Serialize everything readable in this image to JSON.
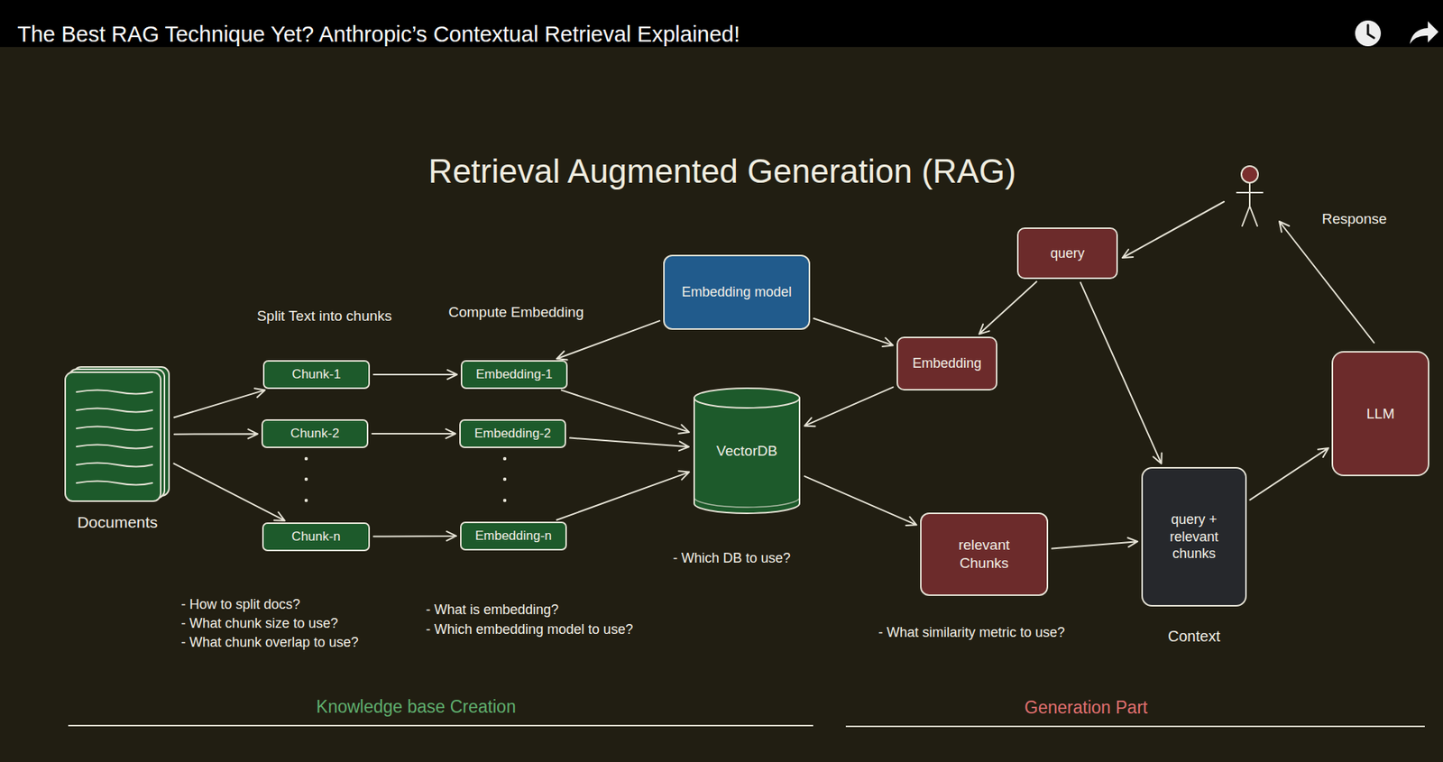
{
  "diagram": {
    "title": "Retrieval Augmented Generation (RAG)",
    "nodes": [
      {
        "text": [
          "Documents"
        ]
      },
      {
        "text": [
          "Chunk-1"
        ]
      },
      {
        "text": [
          "Chunk-2"
        ]
      },
      {
        "text": [
          "Chunk-n"
        ]
      },
      {
        "text": [
          "Embedding-1"
        ]
      },
      {
        "text": [
          "Embedding-2"
        ]
      },
      {
        "text": [
          "Embedding-n"
        ]
      },
      {
        "text": [
          "Embedding model"
        ]
      },
      {
        "text": [
          "VectorDB"
        ]
      },
      {
        "text": [
          "query"
        ]
      },
      {
        "text": [
          "Embedding"
        ]
      },
      {
        "text": [
          "relevant Chunks"
        ]
      },
      {
        "text": [
          "query + relevant chunks",
          "Context"
        ]
      },
      {
        "text": [
          "LLM"
        ]
      }
    ],
    "edges": [
      {
        "from": 0,
        "to": 1,
        "arrow": "to"
      },
      {
        "from": 0,
        "to": 2,
        "arrow": "to"
      },
      {
        "from": 0,
        "to": 3,
        "arrow": "to"
      },
      {
        "from": 1,
        "to": 4,
        "arrow": "to"
      },
      {
        "from": 2,
        "to": 5,
        "arrow": "to"
      },
      {
        "from": 3,
        "to": 6,
        "arrow": "to"
      },
      {
        "from": 7,
        "to": 4,
        "arrow": "to"
      },
      {
        "from": 4,
        "to": 8,
        "arrow": "to"
      },
      {
        "from": 5,
        "to": 8,
        "arrow": "to"
      },
      {
        "from": 6,
        "to": 8,
        "arrow": "to"
      },
      {
        "from": 7,
        "to": 10,
        "arrow": "to"
      },
      {
        "from": 9,
        "to": 10,
        "arrow": "to"
      },
      {
        "from": 10,
        "to": 8,
        "arrow": "to"
      },
      {
        "from": 8,
        "to": 11,
        "arrow": "to"
      },
      {
        "from": 11,
        "to": 12,
        "arrow": "to"
      },
      {
        "from": 9,
        "to": 12,
        "arrow": "to"
      },
      {
        "from": 12,
        "to": 13,
        "arrow": "to"
      }
    ],
    "labels": [
      "The Best RAG Technique Yet? Anthropic’s Contextual Retrieval Explained!",
      "Split Text into chunks",
      "Compute Embedding",
      "Response",
      "- Which DB to use?",
      "- How to split docs?",
      "- What chunk size to use?",
      "- What chunk overlap to use?",
      "- What is embedding?",
      "- Which embedding model to use?",
      "- What similarity metric to use?",
      "Knowledge base Creation",
      "Generation Part"
    ]
  }
}
